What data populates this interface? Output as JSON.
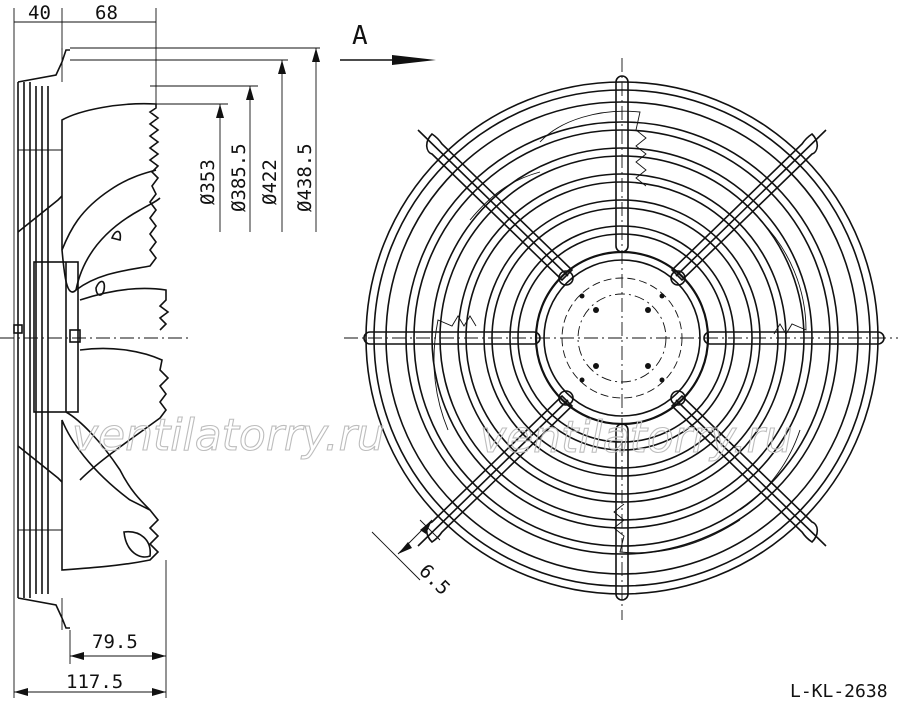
{
  "side_view": {
    "dim_top_left": "40",
    "dim_top_right": "68",
    "dim_bottom_inner": "79.5",
    "dim_bottom_outer": "117.5",
    "diameters": [
      "Ø353",
      "Ø385.5",
      "Ø422",
      "Ø438.5"
    ]
  },
  "view_arrow_label": "A",
  "front_view": {
    "gap_dim": "6.5"
  },
  "watermark": "ventilatorry.ru",
  "drawing_code": "L-KL-2638",
  "colors": {
    "line": "#111111",
    "watermark": "#bdbdbd",
    "background": "#ffffff"
  }
}
